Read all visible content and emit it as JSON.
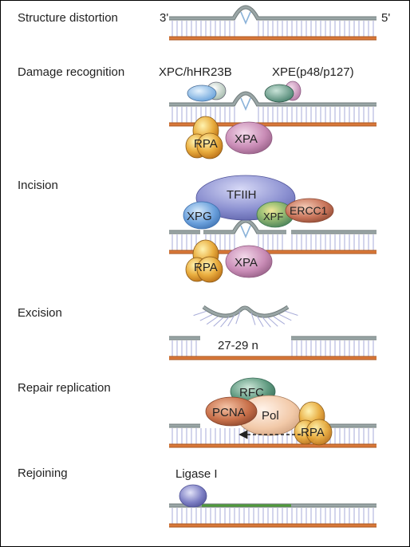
{
  "steps": [
    "Structure distortion",
    "Damage recognition",
    "Incision",
    "Excision",
    "Repair replication",
    "Rejoining"
  ],
  "ends": {
    "left": "3'",
    "right": "5'"
  },
  "proteins": {
    "xpc": "XPC/hHR23B",
    "xpe": "XPE(p48/p127)",
    "rpa": "RPA",
    "xpa": "XPA",
    "tfiih": "TFIIH",
    "xpg": "XPG",
    "xpf": "XPF",
    "ercc1": "ERCC1",
    "rfc": "RFC",
    "pcna": "PCNA",
    "pol": "Pol",
    "ligase": "Ligase I"
  },
  "excision_length": "27-29 n",
  "colors": {
    "top_strand": "#9aa6a6",
    "bottom_strand": "#d9783a",
    "rungs": "#a7abd8",
    "new_strand": "#4f9a3a",
    "rpa": "#e6ab3c",
    "xpa": "#c98cb6",
    "tfiih": "#8a8fd0",
    "xpg": "#6aa0dc",
    "xpf": "#5d9a70",
    "ercc1": "#c8745a",
    "rfc": "#5f9a80",
    "pcna": "#c8704a",
    "pol": "#f2c9a8",
    "ligase": "#7d7fc4"
  }
}
